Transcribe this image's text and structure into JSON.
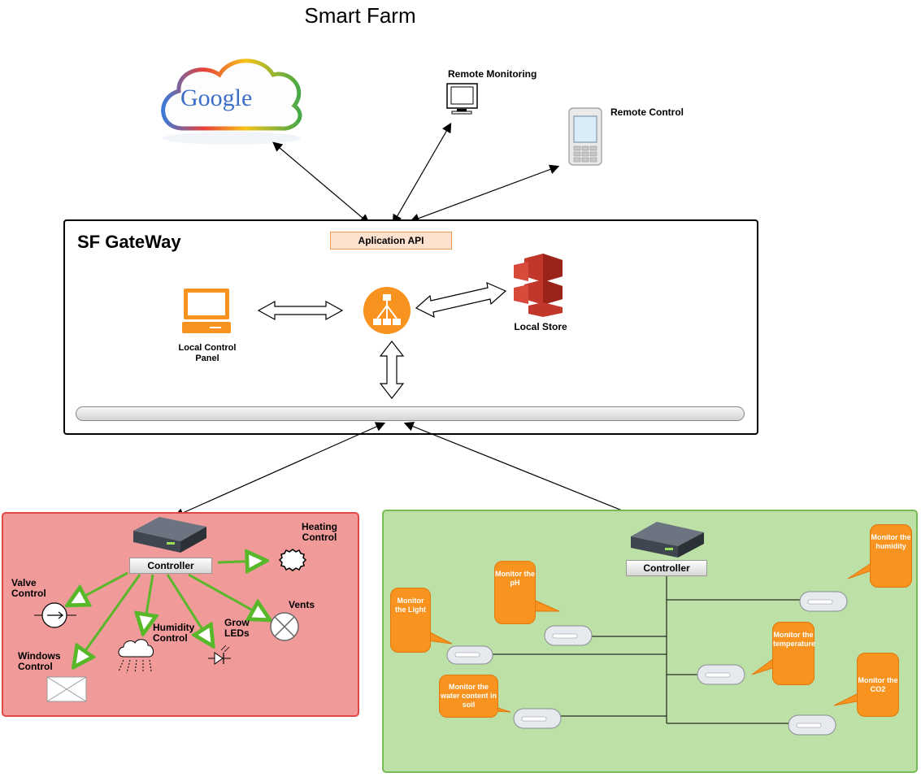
{
  "title": "Smart Farm",
  "cloud": {
    "text": "Google"
  },
  "remote": {
    "monitoring": "Remote Monitoring",
    "control": "Remote Control"
  },
  "gateway": {
    "title": "SF GateWay",
    "api": "Aplication API",
    "local_panel": "Local Control Panel",
    "local_store": "Local Store"
  },
  "actuators": {
    "controller": "Controller",
    "heating": "Heating Control",
    "valve": "Valve Control",
    "humidity": "Humidity Control",
    "grow": "Grow LEDs",
    "vents": "Vents",
    "windows": "Windows Control"
  },
  "sensors": {
    "controller": "Controller",
    "light": "Monitor the Light",
    "ph": "Monitor the pH",
    "water": "Monitor the water content in soil",
    "humidity": "Monitor the humidity",
    "temperature": "Monitor the temperature",
    "co2": "Monitor the CO2"
  },
  "colors": {
    "orange": "#f7931e",
    "red_zone": "#f09a9a",
    "green_zone": "#bde0a6",
    "arrow_green": "#59b82a"
  }
}
